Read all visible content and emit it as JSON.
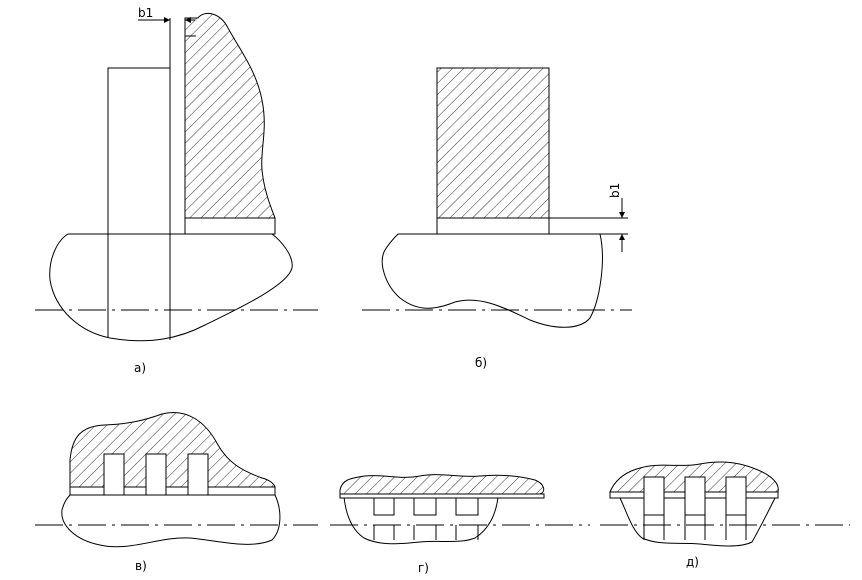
{
  "labels": {
    "a": "а)",
    "b": "б)",
    "v": "в)",
    "g": "г)",
    "d": "д)"
  },
  "dimensions": {
    "a": "b1",
    "b": "b1"
  }
}
